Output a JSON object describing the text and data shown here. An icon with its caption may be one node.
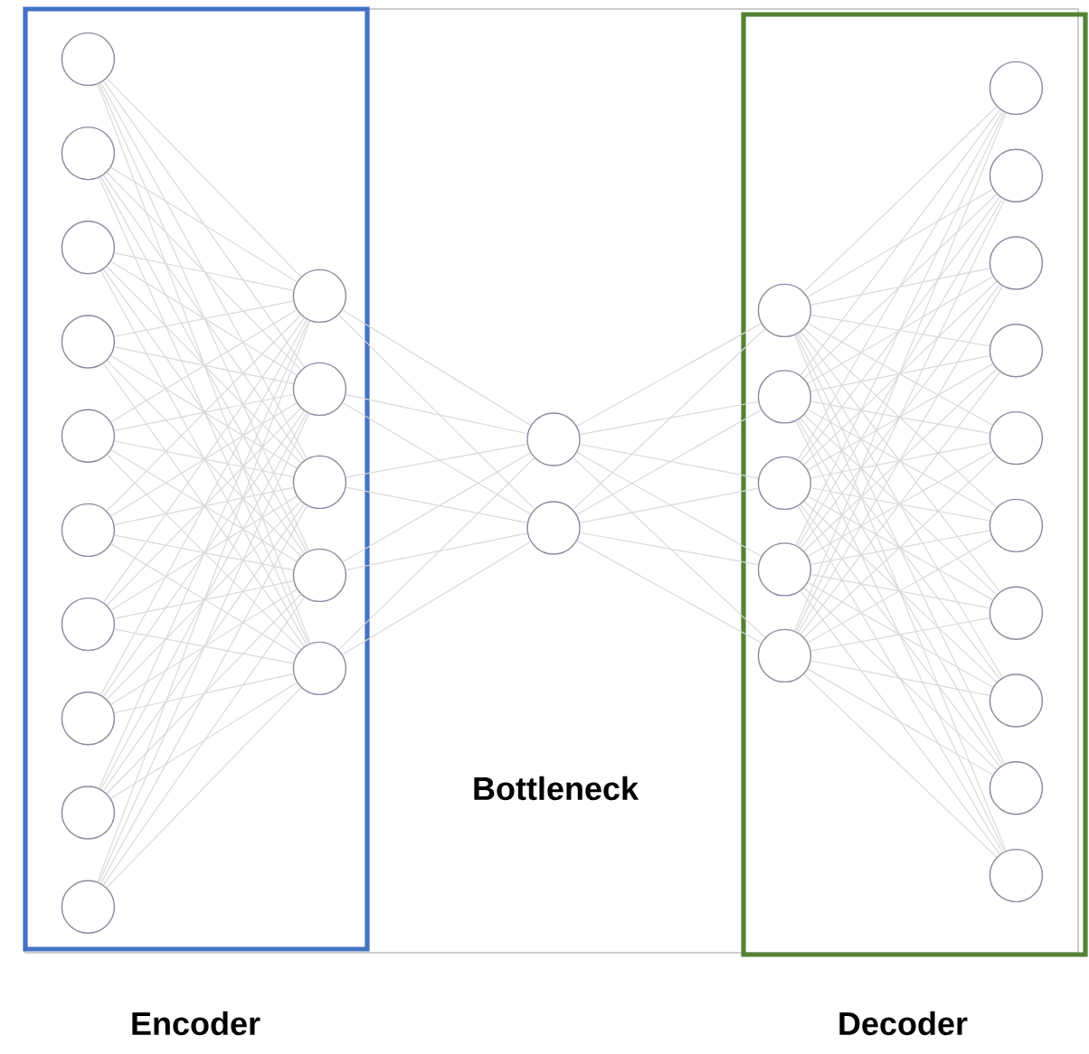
{
  "diagram": {
    "nodes": [
      {
        "text": [
          "Encoder"
        ]
      },
      {
        "text": [],
        "shape": "circle",
        "in": 0
      },
      {
        "text": [],
        "shape": "circle",
        "in": 0
      },
      {
        "text": [],
        "shape": "circle",
        "in": 0
      },
      {
        "text": [],
        "shape": "circle",
        "in": 0
      },
      {
        "text": [],
        "shape": "circle",
        "in": 0
      },
      {
        "text": [],
        "shape": "circle",
        "in": 0
      },
      {
        "text": [],
        "shape": "circle",
        "in": 0
      },
      {
        "text": [],
        "shape": "circle",
        "in": 0
      },
      {
        "text": [],
        "shape": "circle",
        "in": 0
      },
      {
        "text": [],
        "shape": "circle",
        "in": 0
      },
      {
        "text": [],
        "shape": "circle",
        "in": 0
      },
      {
        "text": [],
        "shape": "circle",
        "in": 0
      },
      {
        "text": [],
        "shape": "circle",
        "in": 0
      },
      {
        "text": [],
        "shape": "circle",
        "in": 0
      },
      {
        "text": [],
        "shape": "circle",
        "in": 0
      },
      {
        "text": [],
        "shape": "circle"
      },
      {
        "text": [],
        "shape": "circle"
      },
      {
        "text": [
          "Decoder"
        ]
      },
      {
        "text": [],
        "shape": "circle",
        "in": 18
      },
      {
        "text": [],
        "shape": "circle",
        "in": 18
      },
      {
        "text": [],
        "shape": "circle",
        "in": 18
      },
      {
        "text": [],
        "shape": "circle",
        "in": 18
      },
      {
        "text": [],
        "shape": "circle",
        "in": 18
      },
      {
        "text": [],
        "shape": "circle",
        "in": 18
      },
      {
        "text": [],
        "shape": "circle",
        "in": 18
      },
      {
        "text": [],
        "shape": "circle",
        "in": 18
      },
      {
        "text": [],
        "shape": "circle",
        "in": 18
      },
      {
        "text": [],
        "shape": "circle",
        "in": 18
      },
      {
        "text": [],
        "shape": "circle",
        "in": 18
      },
      {
        "text": [],
        "shape": "circle",
        "in": 18
      },
      {
        "text": [],
        "shape": "circle",
        "in": 18
      },
      {
        "text": [],
        "shape": "circle",
        "in": 18
      },
      {
        "text": [],
        "shape": "circle",
        "in": 18
      }
    ],
    "edges": [
      {
        "from": 1,
        "to": 11,
        "arrow": "none"
      },
      {
        "from": 1,
        "to": 12,
        "arrow": "none"
      },
      {
        "from": 1,
        "to": 13,
        "arrow": "none"
      },
      {
        "from": 1,
        "to": 14,
        "arrow": "none"
      },
      {
        "from": 1,
        "to": 15,
        "arrow": "none"
      },
      {
        "from": 2,
        "to": 11,
        "arrow": "none"
      },
      {
        "from": 2,
        "to": 12,
        "arrow": "none"
      },
      {
        "from": 2,
        "to": 13,
        "arrow": "none"
      },
      {
        "from": 2,
        "to": 14,
        "arrow": "none"
      },
      {
        "from": 2,
        "to": 15,
        "arrow": "none"
      },
      {
        "from": 3,
        "to": 11,
        "arrow": "none"
      },
      {
        "from": 3,
        "to": 12,
        "arrow": "none"
      },
      {
        "from": 3,
        "to": 13,
        "arrow": "none"
      },
      {
        "from": 3,
        "to": 14,
        "arrow": "none"
      },
      {
        "from": 3,
        "to": 15,
        "arrow": "none"
      },
      {
        "from": 4,
        "to": 11,
        "arrow": "none"
      },
      {
        "from": 4,
        "to": 12,
        "arrow": "none"
      },
      {
        "from": 4,
        "to": 13,
        "arrow": "none"
      },
      {
        "from": 4,
        "to": 14,
        "arrow": "none"
      },
      {
        "from": 4,
        "to": 15,
        "arrow": "none"
      },
      {
        "from": 5,
        "to": 11,
        "arrow": "none"
      },
      {
        "from": 5,
        "to": 12,
        "arrow": "none"
      },
      {
        "from": 5,
        "to": 13,
        "arrow": "none"
      },
      {
        "from": 5,
        "to": 14,
        "arrow": "none"
      },
      {
        "from": 5,
        "to": 15,
        "arrow": "none"
      },
      {
        "from": 6,
        "to": 11,
        "arrow": "none"
      },
      {
        "from": 6,
        "to": 12,
        "arrow": "none"
      },
      {
        "from": 6,
        "to": 13,
        "arrow": "none"
      },
      {
        "from": 6,
        "to": 14,
        "arrow": "none"
      },
      {
        "from": 6,
        "to": 15,
        "arrow": "none"
      },
      {
        "from": 7,
        "to": 11,
        "arrow": "none"
      },
      {
        "from": 7,
        "to": 12,
        "arrow": "none"
      },
      {
        "from": 7,
        "to": 13,
        "arrow": "none"
      },
      {
        "from": 7,
        "to": 14,
        "arrow": "none"
      },
      {
        "from": 7,
        "to": 15,
        "arrow": "none"
      },
      {
        "from": 8,
        "to": 11,
        "arrow": "none"
      },
      {
        "from": 8,
        "to": 12,
        "arrow": "none"
      },
      {
        "from": 8,
        "to": 13,
        "arrow": "none"
      },
      {
        "from": 8,
        "to": 14,
        "arrow": "none"
      },
      {
        "from": 8,
        "to": 15,
        "arrow": "none"
      },
      {
        "from": 9,
        "to": 11,
        "arrow": "none"
      },
      {
        "from": 9,
        "to": 12,
        "arrow": "none"
      },
      {
        "from": 9,
        "to": 13,
        "arrow": "none"
      },
      {
        "from": 9,
        "to": 14,
        "arrow": "none"
      },
      {
        "from": 9,
        "to": 15,
        "arrow": "none"
      },
      {
        "from": 10,
        "to": 11,
        "arrow": "none"
      },
      {
        "from": 10,
        "to": 12,
        "arrow": "none"
      },
      {
        "from": 10,
        "to": 13,
        "arrow": "none"
      },
      {
        "from": 10,
        "to": 14,
        "arrow": "none"
      },
      {
        "from": 10,
        "to": 15,
        "arrow": "none"
      },
      {
        "from": 11,
        "to": 16,
        "arrow": "none"
      },
      {
        "from": 11,
        "to": 17,
        "arrow": "none"
      },
      {
        "from": 12,
        "to": 16,
        "arrow": "none"
      },
      {
        "from": 12,
        "to": 17,
        "arrow": "none"
      },
      {
        "from": 13,
        "to": 16,
        "arrow": "none"
      },
      {
        "from": 13,
        "to": 17,
        "arrow": "none"
      },
      {
        "from": 14,
        "to": 16,
        "arrow": "none"
      },
      {
        "from": 14,
        "to": 17,
        "arrow": "none"
      },
      {
        "from": 15,
        "to": 16,
        "arrow": "none"
      },
      {
        "from": 15,
        "to": 17,
        "arrow": "none"
      },
      {
        "from": 16,
        "to": 19,
        "arrow": "none"
      },
      {
        "from": 16,
        "to": 20,
        "arrow": "none"
      },
      {
        "from": 16,
        "to": 21,
        "arrow": "none"
      },
      {
        "from": 16,
        "to": 22,
        "arrow": "none"
      },
      {
        "from": 16,
        "to": 23,
        "arrow": "none"
      },
      {
        "from": 17,
        "to": 19,
        "arrow": "none"
      },
      {
        "from": 17,
        "to": 20,
        "arrow": "none"
      },
      {
        "from": 17,
        "to": 21,
        "arrow": "none"
      },
      {
        "from": 17,
        "to": 22,
        "arrow": "none"
      },
      {
        "from": 17,
        "to": 23,
        "arrow": "none"
      },
      {
        "from": 19,
        "to": 24,
        "arrow": "none"
      },
      {
        "from": 19,
        "to": 25,
        "arrow": "none"
      },
      {
        "from": 19,
        "to": 26,
        "arrow": "none"
      },
      {
        "from": 19,
        "to": 27,
        "arrow": "none"
      },
      {
        "from": 19,
        "to": 28,
        "arrow": "none"
      },
      {
        "from": 19,
        "to": 29,
        "arrow": "none"
      },
      {
        "from": 19,
        "to": 30,
        "arrow": "none"
      },
      {
        "from": 19,
        "to": 31,
        "arrow": "none"
      },
      {
        "from": 19,
        "to": 32,
        "arrow": "none"
      },
      {
        "from": 19,
        "to": 33,
        "arrow": "none"
      },
      {
        "from": 20,
        "to": 24,
        "arrow": "none"
      },
      {
        "from": 20,
        "to": 25,
        "arrow": "none"
      },
      {
        "from": 20,
        "to": 26,
        "arrow": "none"
      },
      {
        "from": 20,
        "to": 27,
        "arrow": "none"
      },
      {
        "from": 20,
        "to": 28,
        "arrow": "none"
      },
      {
        "from": 20,
        "to": 29,
        "arrow": "none"
      },
      {
        "from": 20,
        "to": 30,
        "arrow": "none"
      },
      {
        "from": 20,
        "to": 31,
        "arrow": "none"
      },
      {
        "from": 20,
        "to": 32,
        "arrow": "none"
      },
      {
        "from": 20,
        "to": 33,
        "arrow": "none"
      },
      {
        "from": 21,
        "to": 24,
        "arrow": "none"
      },
      {
        "from": 21,
        "to": 25,
        "arrow": "none"
      },
      {
        "from": 21,
        "to": 26,
        "arrow": "none"
      },
      {
        "from": 21,
        "to": 27,
        "arrow": "none"
      },
      {
        "from": 21,
        "to": 28,
        "arrow": "none"
      },
      {
        "from": 21,
        "to": 29,
        "arrow": "none"
      },
      {
        "from": 21,
        "to": 30,
        "arrow": "none"
      },
      {
        "from": 21,
        "to": 31,
        "arrow": "none"
      },
      {
        "from": 21,
        "to": 32,
        "arrow": "none"
      },
      {
        "from": 21,
        "to": 33,
        "arrow": "none"
      },
      {
        "from": 22,
        "to": 24,
        "arrow": "none"
      },
      {
        "from": 22,
        "to": 25,
        "arrow": "none"
      },
      {
        "from": 22,
        "to": 26,
        "arrow": "none"
      },
      {
        "from": 22,
        "to": 27,
        "arrow": "none"
      },
      {
        "from": 22,
        "to": 28,
        "arrow": "none"
      },
      {
        "from": 22,
        "to": 29,
        "arrow": "none"
      },
      {
        "from": 22,
        "to": 30,
        "arrow": "none"
      },
      {
        "from": 22,
        "to": 31,
        "arrow": "none"
      },
      {
        "from": 22,
        "to": 32,
        "arrow": "none"
      },
      {
        "from": 22,
        "to": 33,
        "arrow": "none"
      },
      {
        "from": 23,
        "to": 24,
        "arrow": "none"
      },
      {
        "from": 23,
        "to": 25,
        "arrow": "none"
      },
      {
        "from": 23,
        "to": 26,
        "arrow": "none"
      },
      {
        "from": 23,
        "to": 27,
        "arrow": "none"
      },
      {
        "from": 23,
        "to": 28,
        "arrow": "none"
      },
      {
        "from": 23,
        "to": 29,
        "arrow": "none"
      },
      {
        "from": 23,
        "to": 30,
        "arrow": "none"
      },
      {
        "from": 23,
        "to": 31,
        "arrow": "none"
      },
      {
        "from": 23,
        "to": 32,
        "arrow": "none"
      },
      {
        "from": 23,
        "to": 33,
        "arrow": "none"
      }
    ],
    "labels": [
      "Bottleneck"
    ]
  }
}
